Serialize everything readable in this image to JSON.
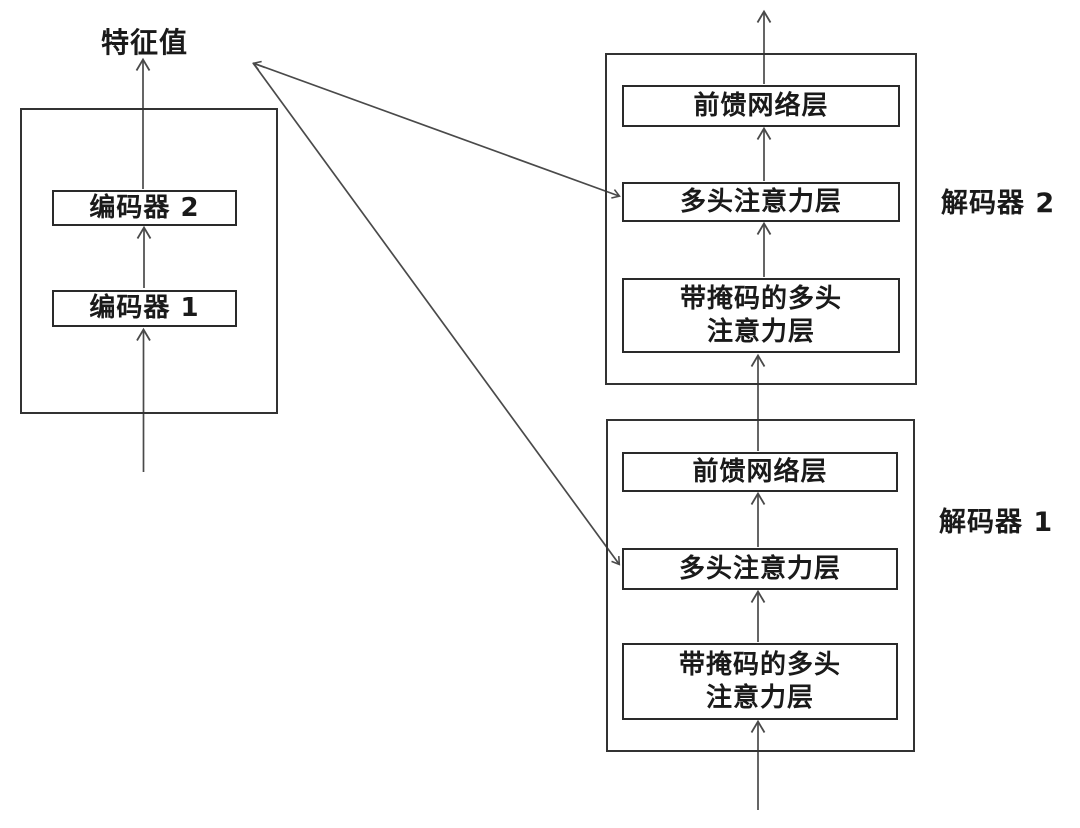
{
  "colors": {
    "background": "#ffffff",
    "line": "#4a4a4a",
    "box_border": "#2a2a2a",
    "text": "#1a1a1a"
  },
  "labels": {
    "feature_value": "特征值"
  },
  "encoder": {
    "boxes": [
      "编码器 2",
      "编码器 1"
    ]
  },
  "decoders": [
    {
      "label": "解码器 2",
      "layers": [
        "前馈网络层",
        "多头注意力层",
        "带掩码的多头\n注意力层"
      ]
    },
    {
      "label": "解码器 1",
      "layers": [
        "前馈网络层",
        "多头注意力层",
        "带掩码的多头\n注意力层"
      ]
    }
  ]
}
